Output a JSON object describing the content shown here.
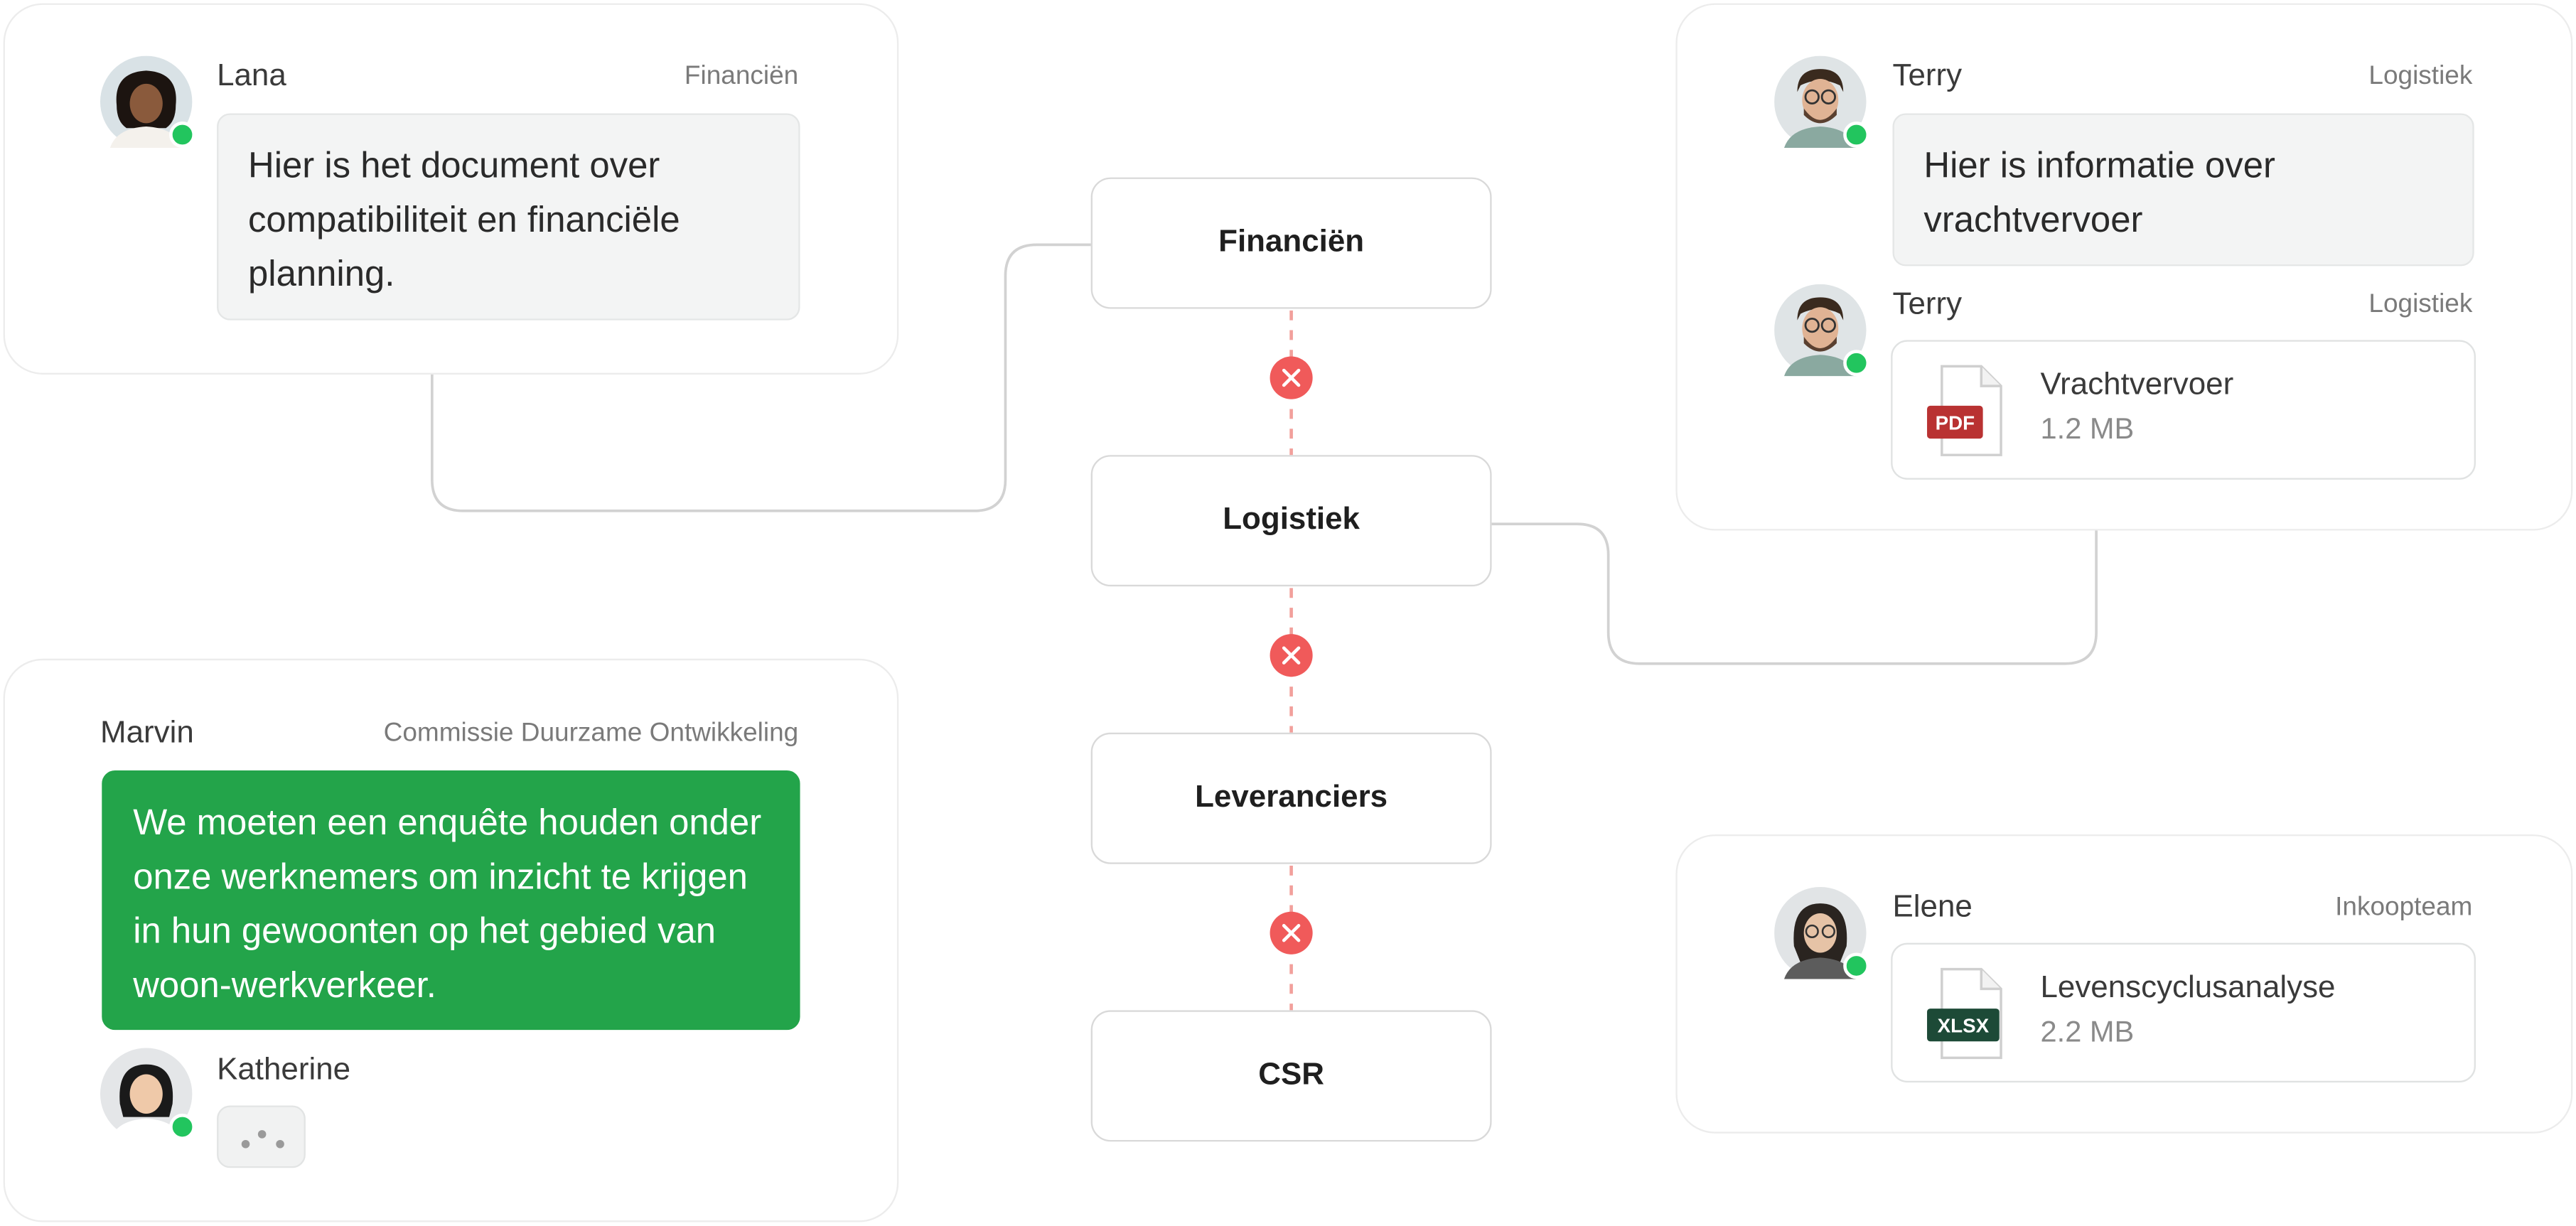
{
  "nodes": [
    {
      "label": "Financiën"
    },
    {
      "label": "Logistiek"
    },
    {
      "label": "Leveranciers"
    },
    {
      "label": "CSR"
    }
  ],
  "cards": {
    "lana": {
      "name": "Lana",
      "team": "Financiën",
      "message": "Hier is het document over compatibiliteit en financiële planning."
    },
    "terry": {
      "messages": [
        {
          "name": "Terry",
          "team": "Logistiek",
          "message": "Hier is informatie over vrachtvervoer"
        },
        {
          "name": "Terry",
          "team": "Logistiek",
          "file": {
            "name": "Vrachtvervoer",
            "size": "1.2 MB",
            "type": "PDF"
          }
        }
      ]
    },
    "marvin": {
      "name": "Marvin",
      "team": "Commissie Duurzame Ontwikkeling",
      "message": "We moeten een enquête houden onder onze werknemers om inzicht te krijgen in hun gewoonten op het gebied van woon-werkverkeer.",
      "reply": {
        "name": "Katherine"
      }
    },
    "elene": {
      "name": "Elene",
      "team": "Inkoopteam",
      "file": {
        "name": "Levenscyclusanalyse",
        "size": "2.2 MB",
        "type": "XLSX"
      }
    }
  },
  "colors": {
    "online": "#22c55e",
    "accent_green": "#23a44a",
    "broken_link": "#f05a5a",
    "pdf": "#b93232",
    "xlsx": "#1d4a37"
  },
  "icons": [
    "close-icon",
    "pdf-file-icon",
    "xlsx-file-icon",
    "typing-indicator-icon"
  ]
}
